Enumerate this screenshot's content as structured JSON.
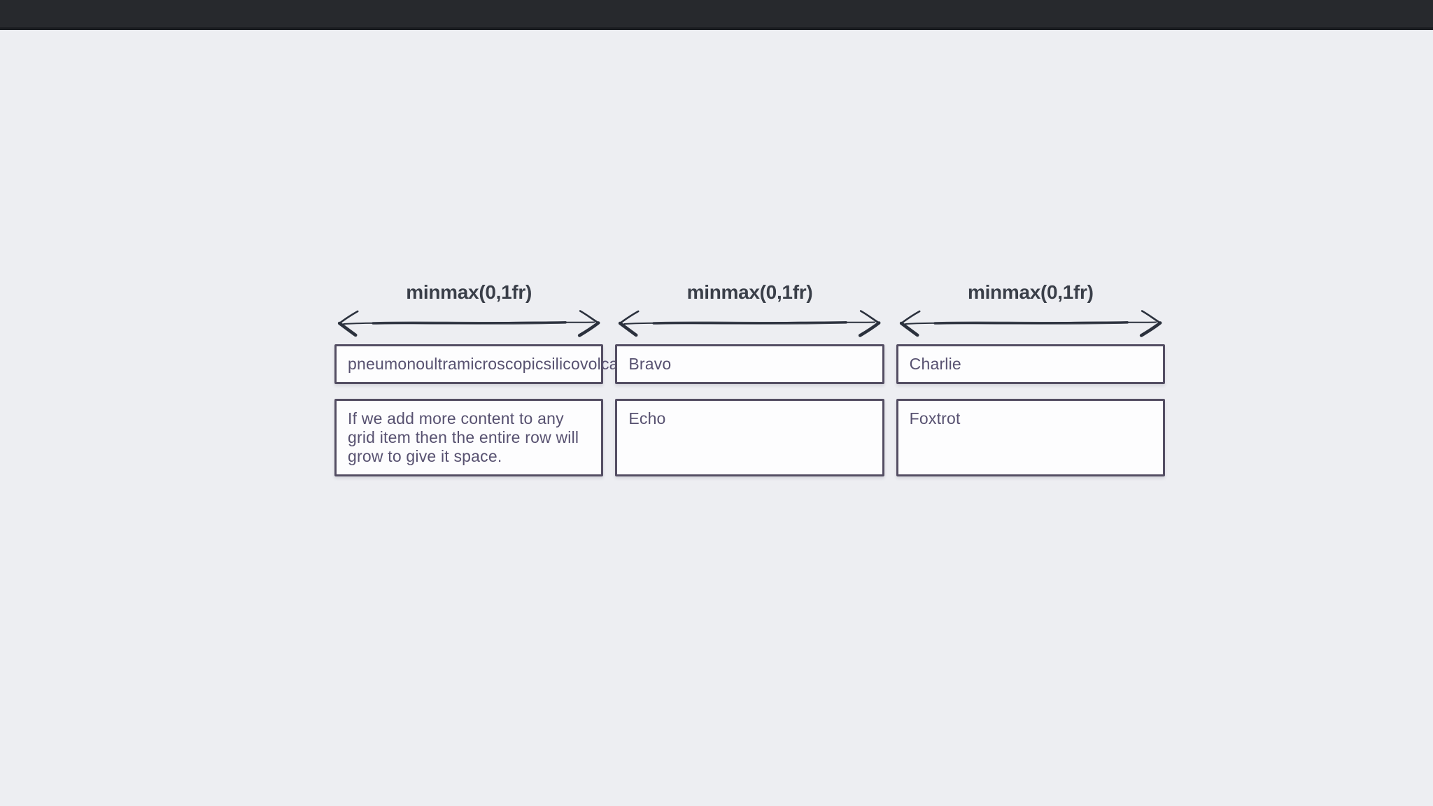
{
  "window": {
    "topbar": {
      "title": ""
    }
  },
  "grid_demo": {
    "labels": [
      "minmax(0,1fr)",
      "minmax(0,1fr)",
      "minmax(0,1fr)"
    ],
    "items": [
      {
        "row": 1,
        "col": 1,
        "text": "pneumonoultramicroscopicsilicovolcanoconiosis"
      },
      {
        "row": 1,
        "col": 2,
        "text": "Bravo"
      },
      {
        "row": 1,
        "col": 3,
        "text": "Charlie"
      },
      {
        "row": 2,
        "col": 1,
        "text": "If we add more content to any grid item then the entire row will grow to give it space."
      },
      {
        "row": 2,
        "col": 2,
        "text": "Echo"
      },
      {
        "row": 2,
        "col": 3,
        "text": "Foxtrot"
      }
    ],
    "icons": [
      "double-arrow-icon",
      "double-arrow-icon",
      "double-arrow-icon"
    ],
    "colors": {
      "page_background": "#edeef2",
      "topbar": "#27292d",
      "topbar_edge": "#1b1d21",
      "box_background": "#fdfdfe",
      "box_border": "#544e63",
      "box_text": "#575170",
      "label_text": "#3a3f49",
      "arrow": "#2b313d"
    }
  }
}
